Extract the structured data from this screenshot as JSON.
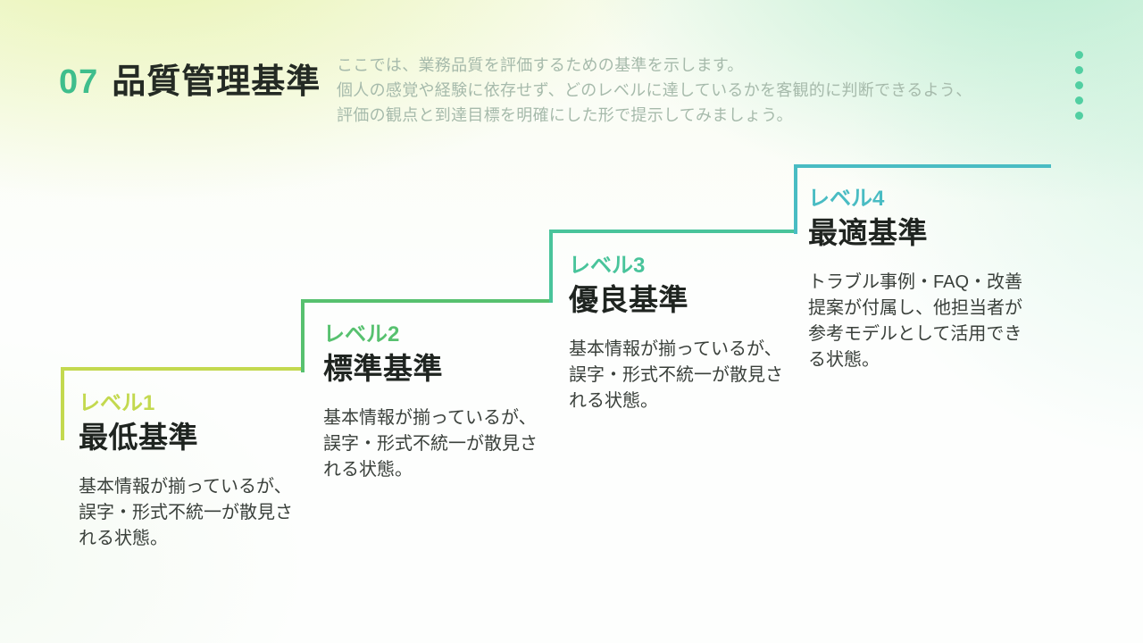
{
  "header": {
    "number": "07",
    "title": "品質管理基準",
    "subtitle": "ここでは、業務品質を評価するための基準を示します。\n個人の感覚や経験に依存せず、どのレベルに達しているかを客観的に判断できるよう、\n評価の観点と到達目標を明確にした形で提示してみましょう。",
    "number_color": "#3FBE8C",
    "dots_color": "#52CFA2",
    "dots_count": 5
  },
  "levels": [
    {
      "label": "レベル1",
      "name": "最低基準",
      "description": "基本情報が揃っているが、誤字・形式不統一が散見される状態。",
      "accent": "#C3D94F"
    },
    {
      "label": "レベル2",
      "name": "標準基準",
      "description": "基本情報が揃っているが、誤字・形式不統一が散見される状態。",
      "accent": "#57C16F"
    },
    {
      "label": "レベル3",
      "name": "優良基準",
      "description": "基本情報が揃っているが、誤字・形式不統一が散見される状態。",
      "accent": "#49C49B"
    },
    {
      "label": "レベル4",
      "name": "最適基準",
      "description": "トラブル事例・FAQ・改善提案が付属し、他担当者が参考モデルとして活用できる状態。",
      "accent": "#49BCC3"
    }
  ]
}
